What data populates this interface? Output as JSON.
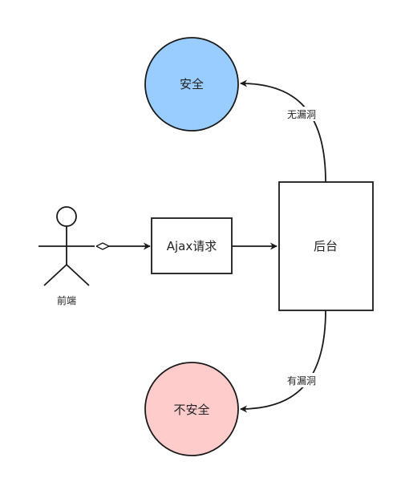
{
  "nodes": {
    "actor": {
      "label": "前端"
    },
    "request": {
      "label": "Ajax请求"
    },
    "backend": {
      "label": "后台"
    },
    "safe": {
      "label": "安全",
      "fill": "#99ccff"
    },
    "unsafe": {
      "label": "不安全",
      "fill": "#ffcccc"
    }
  },
  "edges": {
    "no_vuln": {
      "label": "无漏洞"
    },
    "has_vuln": {
      "label": "有漏洞"
    }
  },
  "colors": {
    "stroke": "#1a1a1a",
    "text": "#222222",
    "background": "#ffffff"
  }
}
